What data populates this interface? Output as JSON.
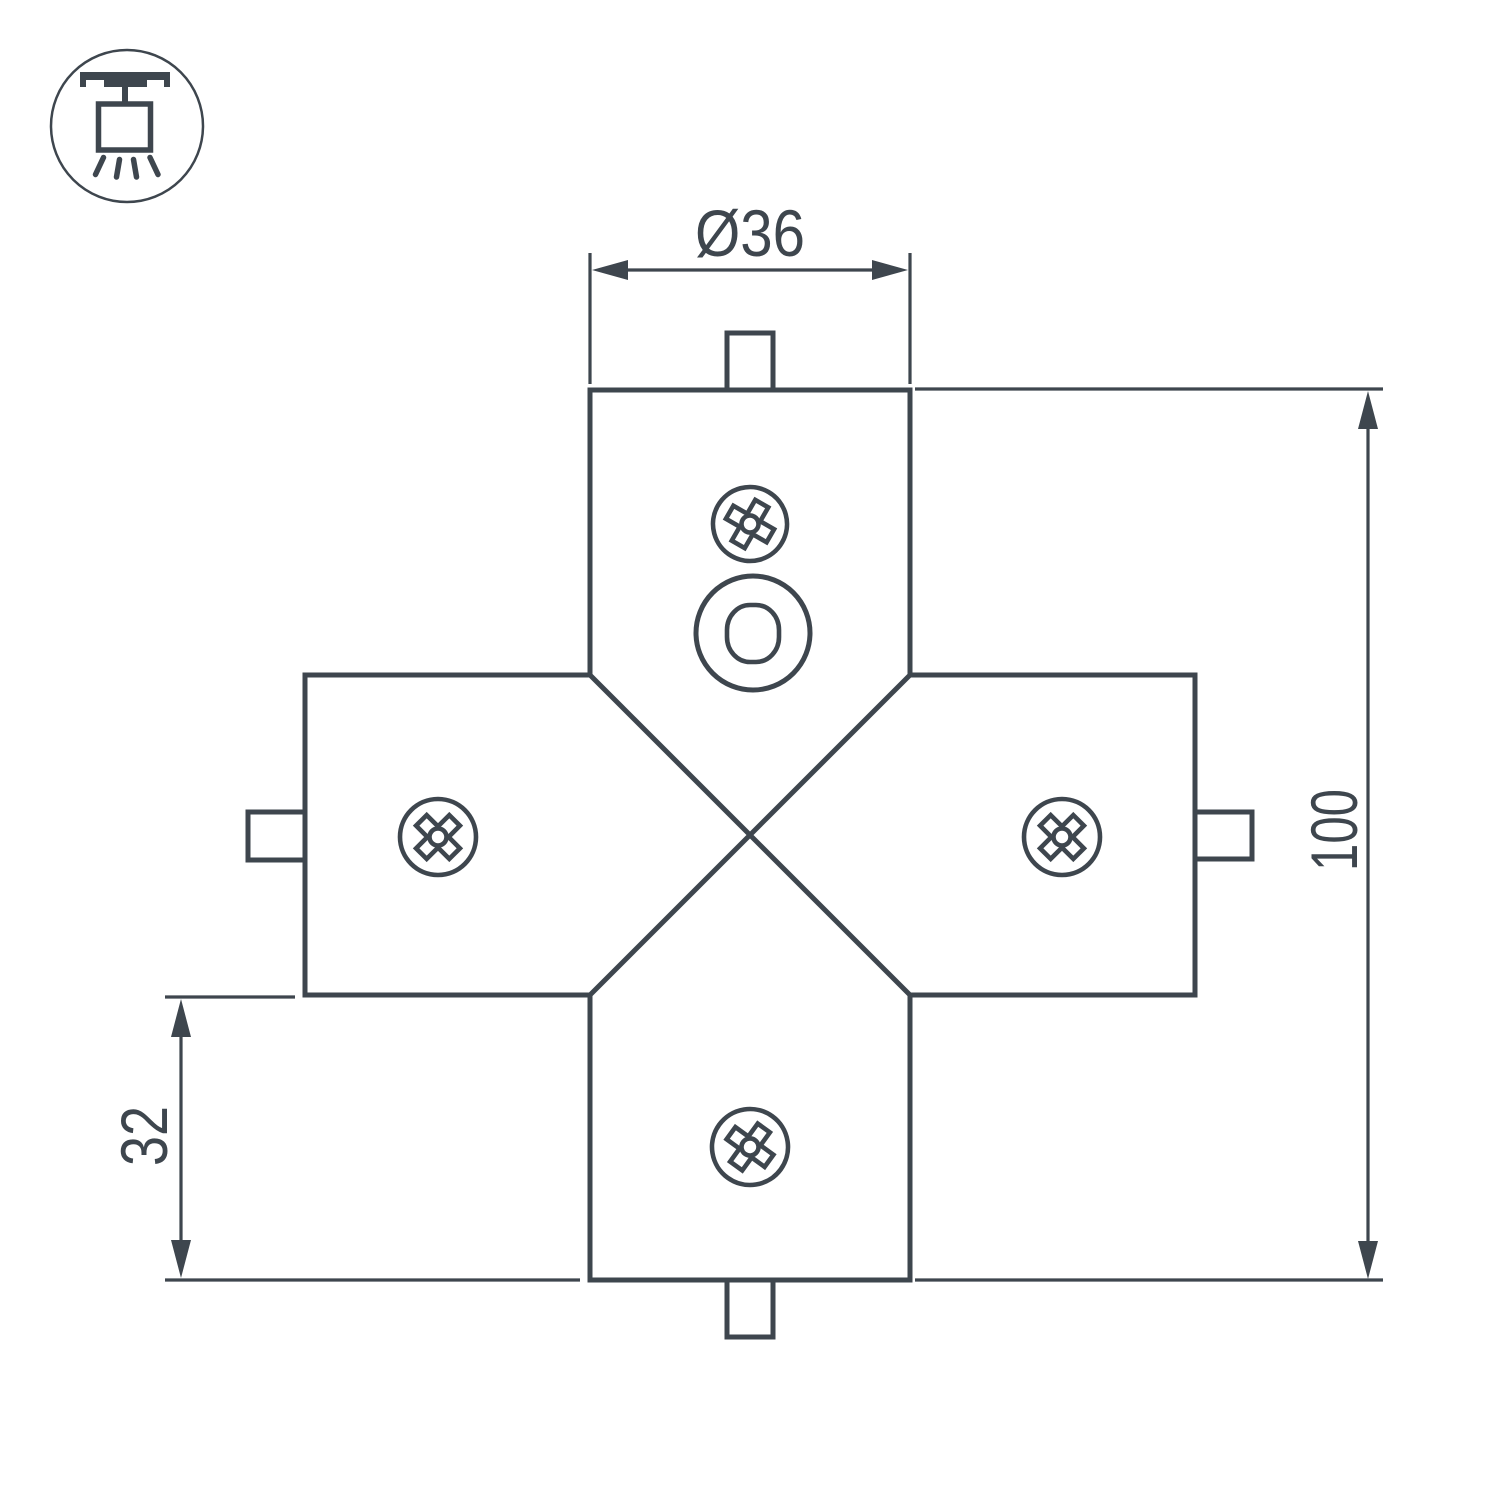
{
  "colors": {
    "line": "#3E464E",
    "background": "#FFFFFF"
  },
  "badge": {
    "icon": "ceiling-mounted-light-icon"
  },
  "dimensions": {
    "diameter": {
      "label": "Ø36"
    },
    "overall_height": {
      "label": "100"
    },
    "arm_depth": {
      "label": "32"
    }
  }
}
